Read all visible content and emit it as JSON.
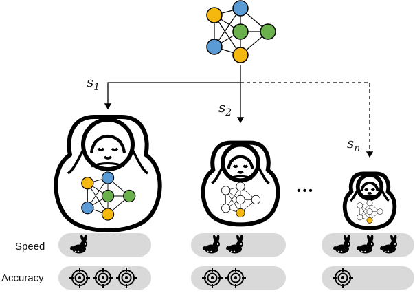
{
  "row_labels": {
    "speed": "Speed",
    "accuracy": "Accuracy"
  },
  "scale_labels": [
    {
      "base": "s",
      "index": "1"
    },
    {
      "base": "s",
      "index": "2"
    },
    {
      "base": "s",
      "index": "n"
    }
  ],
  "ellipsis": "•••",
  "models": [
    {
      "speed_icons": 1,
      "accuracy_icons": 3
    },
    {
      "speed_icons": 2,
      "accuracy_icons": 2
    },
    {
      "speed_icons": 3,
      "accuracy_icons": 1
    }
  ],
  "colors": {
    "yellow": "#F5B80F",
    "blue": "#5B9BD5",
    "green": "#6AB04C",
    "bar": "#D9D9D9",
    "ink": "#000000"
  },
  "icons": {
    "speed": "rabbit-icon",
    "accuracy": "target-icon",
    "network": "neural-network-icon",
    "doll": "matryoshka-doll-icon"
  }
}
